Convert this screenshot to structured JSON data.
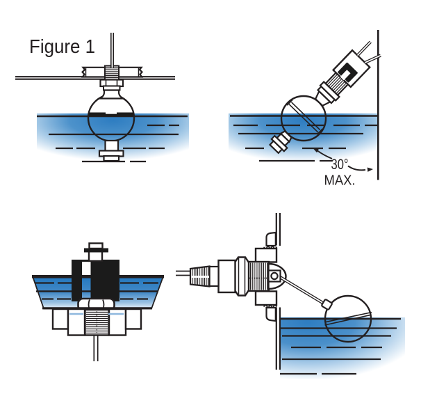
{
  "title": "Figure 1",
  "labels": {
    "angle": "30°",
    "angle_max": "MAX."
  },
  "colors": {
    "water_blue": "#2E7DC1",
    "water_blue_deep": "#2277BE",
    "ink": "#231F20",
    "float_black": "#1B1B1B"
  },
  "panels": {
    "top_left": "vertical-mount-float-switch",
    "top_right": "angled-mount-float-switch",
    "bottom_left": "bottom-mount-float-switch",
    "bottom_right": "side-mount-float-switch"
  }
}
